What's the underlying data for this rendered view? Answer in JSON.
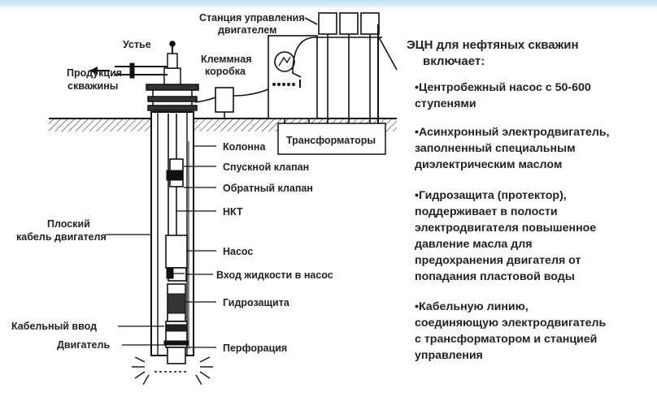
{
  "labels": {
    "control_station": [
      "Станция управления",
      "двигателем"
    ],
    "wellhead": "Устье",
    "production": [
      "Продукция",
      "скважины"
    ],
    "terminal_box": [
      "Клеммная",
      "коробка"
    ],
    "transformers": "Трансформаторы",
    "casing": "Колонна",
    "drain_valve": "Спускной клапан",
    "check_valve": "Обратный клапан",
    "tubing": "НКТ",
    "flat_cable": [
      "Плоский",
      "кабель двигателя"
    ],
    "pump": "Насос",
    "fluid_intake": "Вход жидкости в насос",
    "protector": "Гидрозащита",
    "cable_entry": "Кабельный ввод",
    "motor": "Двигатель",
    "perforation": "Перфорация"
  },
  "description": {
    "title": [
      "ЭЦН для нефтяных скважин",
      "включает:"
    ],
    "items": [
      [
        "•Центробежный насос с 50-600",
        "ступенями"
      ],
      [
        "•Асинхронный электродвигатель,",
        "заполненный специальным",
        "диэлектрическим маслом"
      ],
      [
        "•Гидрозащита (протектор),",
        "поддерживает в полости",
        "электродвигателя повышенное",
        "давление масла для",
        "предохранения двигателя от",
        "попадания пластовой воды"
      ],
      [
        "•Кабельную линию,",
        "соединяющую электродвигатель",
        "с трансформатором и станцией",
        "управления"
      ]
    ]
  },
  "colors": {
    "ink": "#222222",
    "line": "#111111",
    "top_bar": "#cfe7ee"
  }
}
